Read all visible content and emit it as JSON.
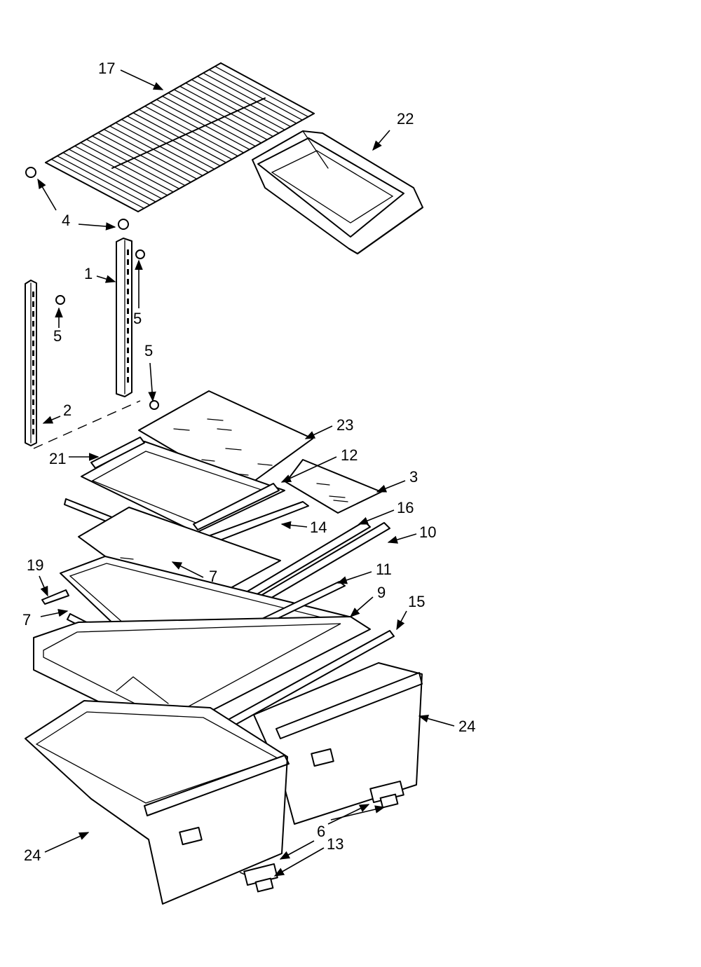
{
  "callouts": {
    "c17": "17",
    "c22": "22",
    "c4": "4",
    "c1": "1",
    "c5a": "5",
    "c5b": "5",
    "c5c": "5",
    "c2": "2",
    "c23": "23",
    "c21": "21",
    "c12": "12",
    "c3": "3",
    "c16": "16",
    "c14": "14",
    "c10": "10",
    "c7a": "7",
    "c19": "19",
    "c11": "11",
    "c9": "9",
    "c7b": "7",
    "c15": "15",
    "c24a": "24",
    "c24b": "24",
    "c6": "6",
    "c13": "13"
  }
}
